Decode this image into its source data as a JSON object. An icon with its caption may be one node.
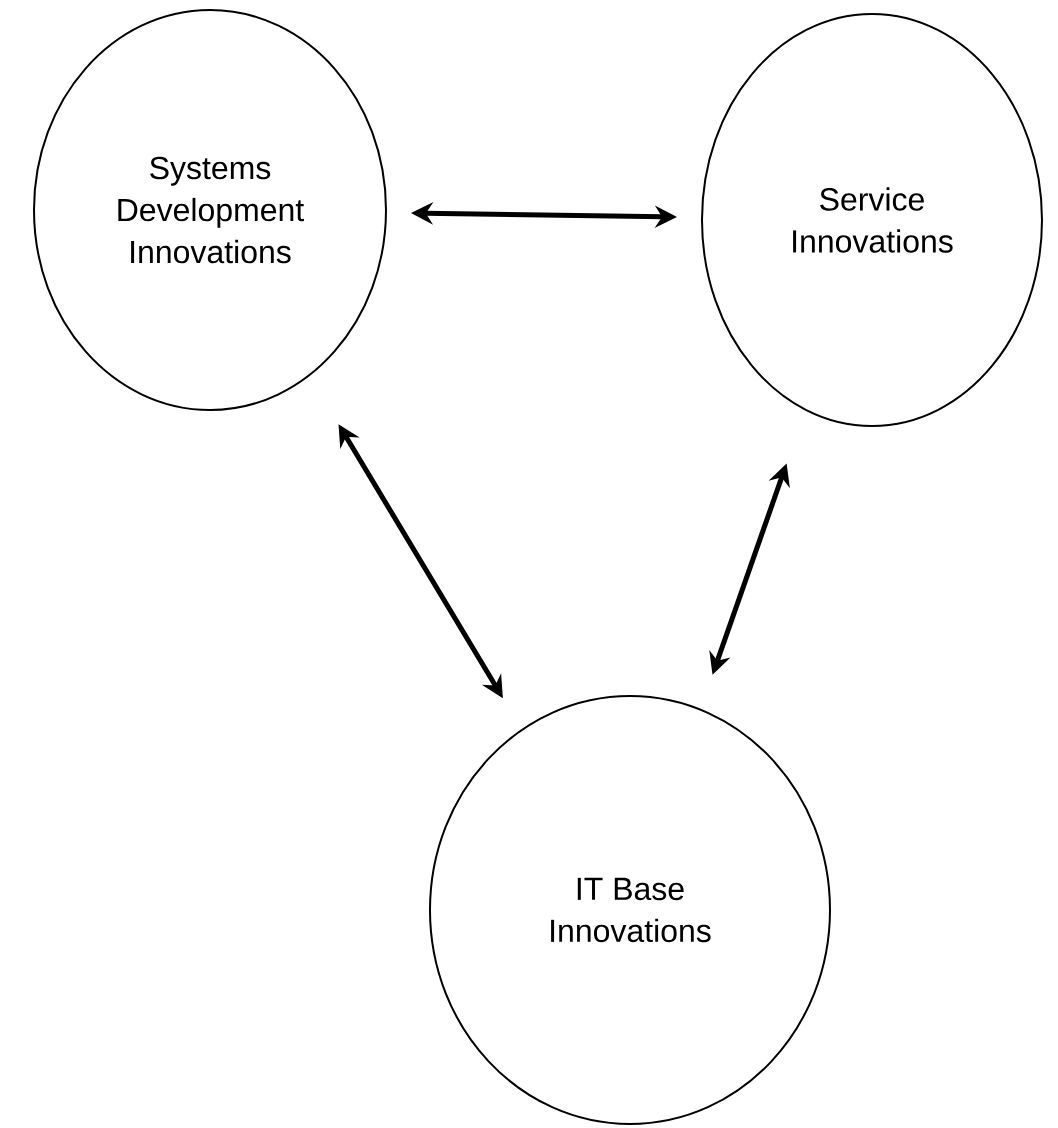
{
  "diagram": {
    "nodes": [
      {
        "text": [
          "Systems Development Innovations"
        ]
      },
      {
        "text": [
          "Service Innovations"
        ]
      },
      {
        "text": [
          "IT Base Innovations"
        ]
      }
    ],
    "edges": [
      {
        "from": 0,
        "to": 1,
        "arrow": "both"
      },
      {
        "from": 0,
        "to": 2,
        "arrow": "both"
      },
      {
        "from": 1,
        "to": 2,
        "arrow": "both"
      }
    ]
  }
}
